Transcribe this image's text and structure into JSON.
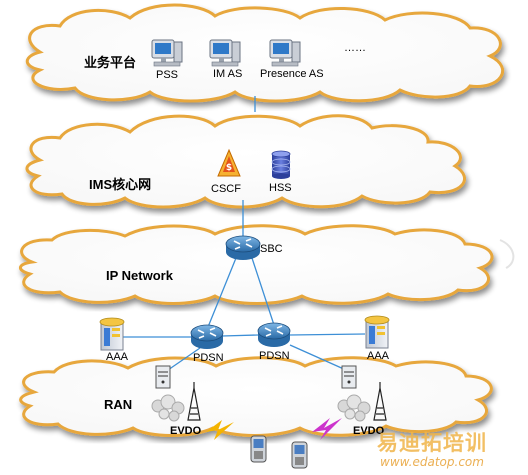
{
  "layers": {
    "service": "业务平台",
    "ims": "IMS核心网",
    "ip": "IP Network",
    "ran": "RAN"
  },
  "service_platform": {
    "pss": "PSS",
    "im_as": "IM AS",
    "presence_as": "Presence  AS",
    "more": "……"
  },
  "ims_core": {
    "cscf": "CSCF",
    "hss": "HSS"
  },
  "ip_network": {
    "sbc": "SBC",
    "pdsn_left": "PDSN",
    "pdsn_right": "PDSN",
    "aaa_left": "AAA",
    "aaa_right": "AAA"
  },
  "ran": {
    "evdo_left": "EVDO",
    "evdo_right": "EVDO"
  },
  "watermark": {
    "brand": "易迪拓培训",
    "url": "www.edatop.com"
  },
  "colors": {
    "cloud_edge": "#e7a73c",
    "link": "#3d8fd6",
    "router": "#2f6ea8",
    "lightning_left": "#f4b400",
    "lightning_right": "#cc33cc"
  }
}
